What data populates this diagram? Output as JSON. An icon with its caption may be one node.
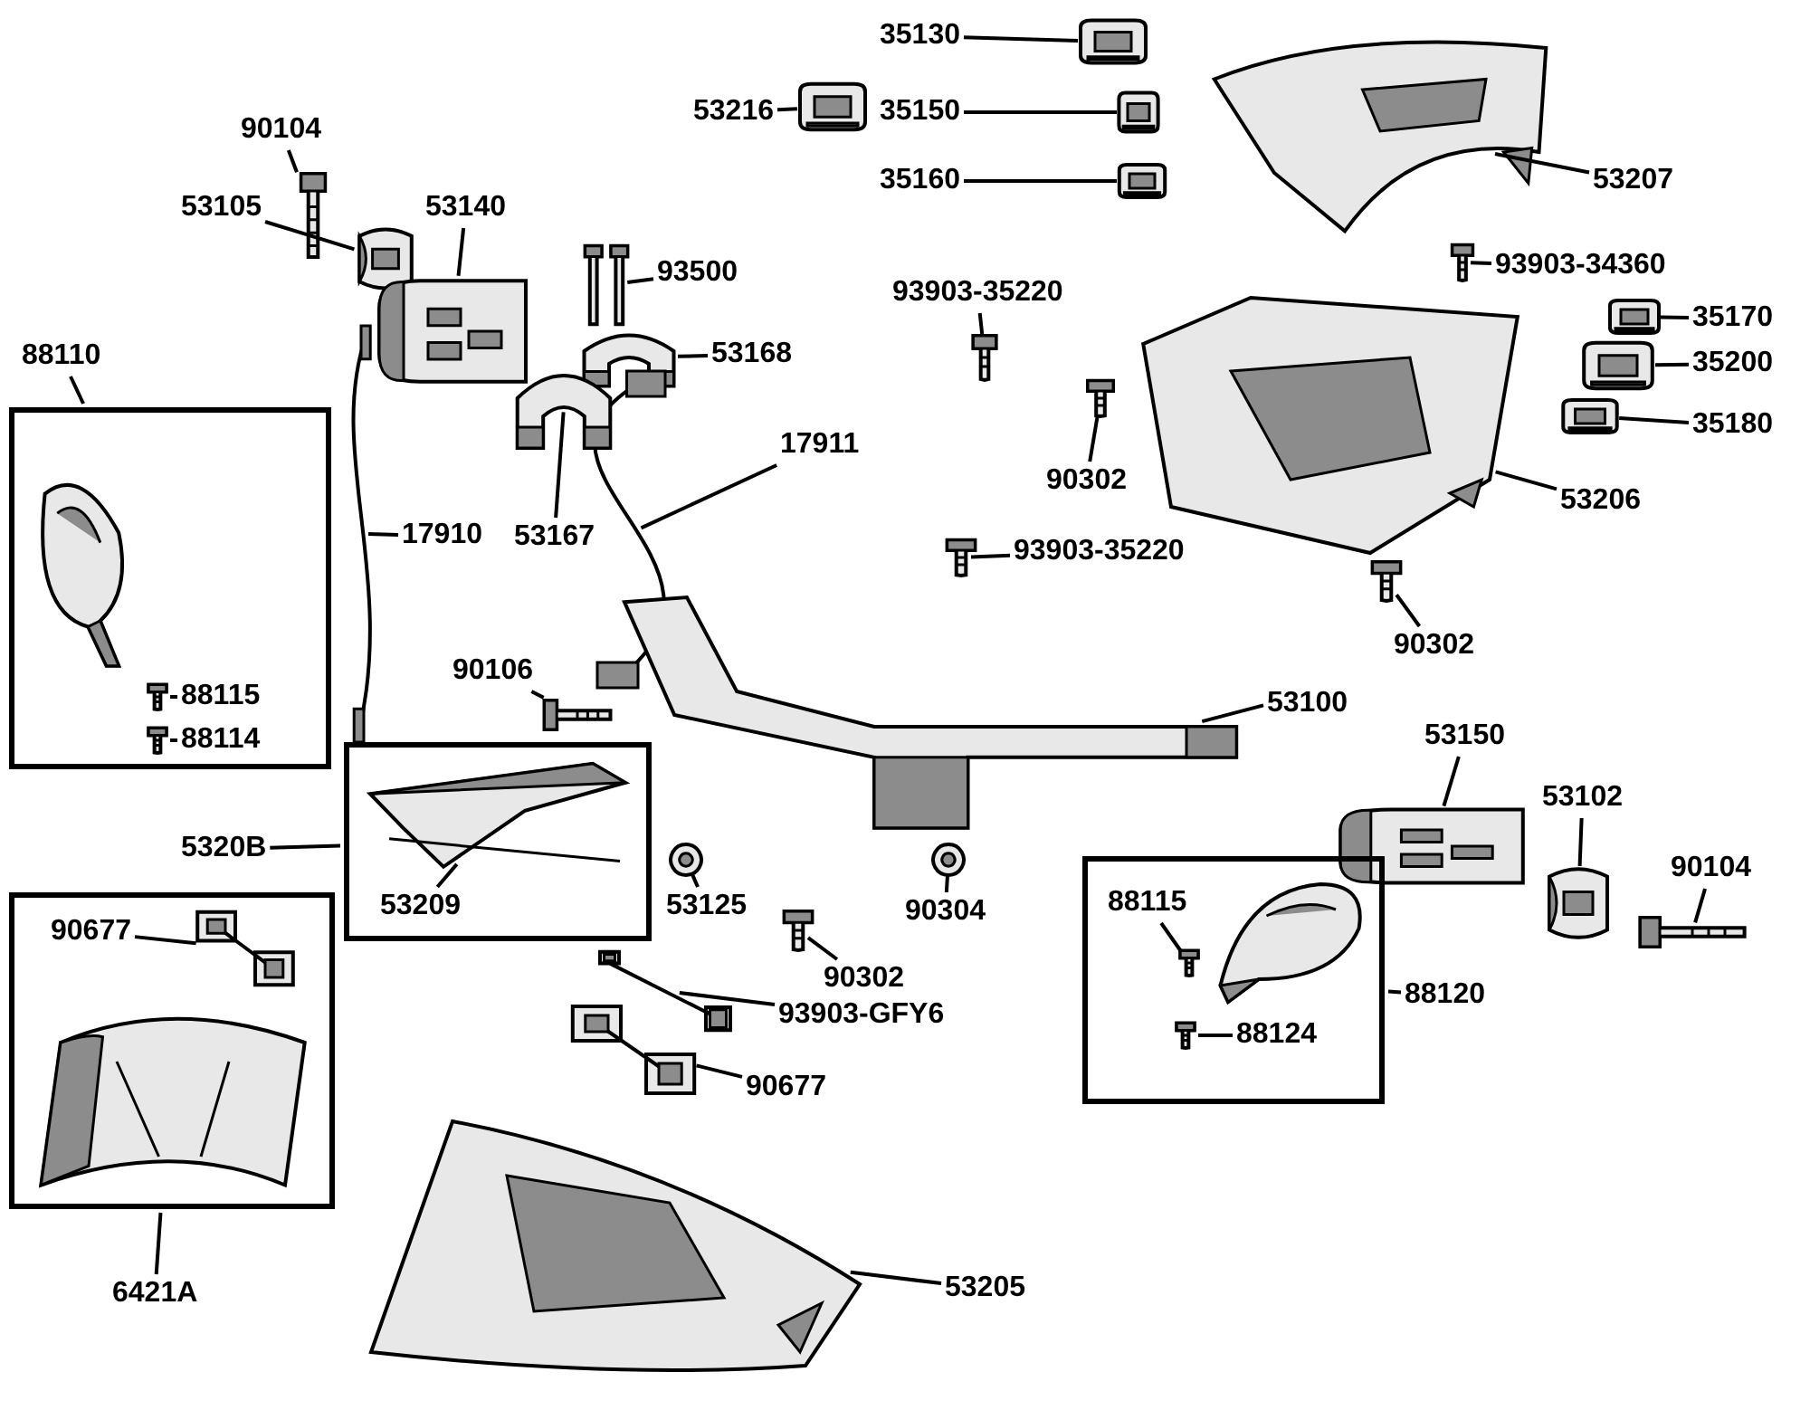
{
  "diagram": {
    "nodes": [
      {
        "text": [
          "35130"
        ]
      },
      {
        "text": [],
        "shape": "picture"
      },
      {
        "text": [
          "53216"
        ]
      },
      {
        "text": [],
        "shape": "picture"
      },
      {
        "text": [
          "35150"
        ]
      },
      {
        "text": [],
        "shape": "picture"
      },
      {
        "text": [
          "90104"
        ]
      },
      {
        "text": [],
        "shape": "picture"
      },
      {
        "text": [
          "35160"
        ]
      },
      {
        "text": [],
        "shape": "picture"
      },
      {
        "text": [
          "53207"
        ]
      },
      {
        "text": [],
        "shape": "picture"
      },
      {
        "text": [
          "53105"
        ]
      },
      {
        "text": [],
        "shape": "picture"
      },
      {
        "text": [
          "53140"
        ]
      },
      {
        "text": [],
        "shape": "picture"
      },
      {
        "text": [
          "93500"
        ]
      },
      {
        "text": [],
        "shape": "picture"
      },
      {
        "text": [
          "93903-34360"
        ]
      },
      {
        "text": [],
        "shape": "picture"
      },
      {
        "text": [
          "93903-35220"
        ]
      },
      {
        "text": [],
        "shape": "picture"
      },
      {
        "text": [
          "35170"
        ]
      },
      {
        "text": [],
        "shape": "picture"
      },
      {
        "text": [
          "53168"
        ]
      },
      {
        "text": [],
        "shape": "picture"
      },
      {
        "text": [
          "88110"
        ]
      },
      {
        "text": [],
        "shape": "box"
      },
      {
        "text": [],
        "shape": "picture",
        "in": 27
      },
      {
        "text": [
          "88115"
        ],
        "in": 27
      },
      {
        "text": [],
        "shape": "picture",
        "in": 27
      },
      {
        "text": [
          "88114"
        ],
        "in": 27
      },
      {
        "text": [],
        "shape": "picture",
        "in": 27
      },
      {
        "text": [
          "35200"
        ]
      },
      {
        "text": [],
        "shape": "picture"
      },
      {
        "text": [
          "17911"
        ]
      },
      {
        "text": [],
        "shape": "picture"
      },
      {
        "text": [
          "35180"
        ]
      },
      {
        "text": [],
        "shape": "picture"
      },
      {
        "text": [
          "53206"
        ]
      },
      {
        "text": [],
        "shape": "picture"
      },
      {
        "text": [
          "17910"
        ]
      },
      {
        "text": [],
        "shape": "picture"
      },
      {
        "text": [
          "90302"
        ]
      },
      {
        "text": [],
        "shape": "picture"
      },
      {
        "text": [
          "53167"
        ]
      },
      {
        "text": [],
        "shape": "picture"
      },
      {
        "text": [
          "93903-35220"
        ]
      },
      {
        "text": [],
        "shape": "picture"
      },
      {
        "text": [
          "90302"
        ]
      },
      {
        "text": [],
        "shape": "picture"
      },
      {
        "text": [
          "53100"
        ]
      },
      {
        "text": [],
        "shape": "picture"
      },
      {
        "text": [
          "90106"
        ]
      },
      {
        "text": [],
        "shape": "picture"
      },
      {
        "text": [
          "53150"
        ]
      },
      {
        "text": [],
        "shape": "picture"
      },
      {
        "text": [
          "53102"
        ]
      },
      {
        "text": [],
        "shape": "picture"
      },
      {
        "text": [
          "5320B"
        ]
      },
      {
        "text": [],
        "shape": "box"
      },
      {
        "text": [],
        "shape": "picture",
        "in": 60
      },
      {
        "text": [
          "53209"
        ],
        "in": 60
      },
      {
        "text": [
          "53125"
        ]
      },
      {
        "text": [],
        "shape": "picture"
      },
      {
        "text": [
          "90304"
        ]
      },
      {
        "text": [],
        "shape": "picture"
      },
      {
        "text": [
          "90104"
        ]
      },
      {
        "text": [],
        "shape": "picture"
      },
      {
        "text": [],
        "shape": "box"
      },
      {
        "text": [
          "90677"
        ],
        "in": 69
      },
      {
        "text": [],
        "shape": "picture",
        "in": 69
      },
      {
        "text": [],
        "shape": "picture",
        "in": 69
      },
      {
        "text": [
          "90302"
        ]
      },
      {
        "text": [],
        "shape": "picture"
      },
      {
        "text": [
          "93903-GFY6"
        ]
      },
      {
        "text": [],
        "shape": "picture"
      },
      {
        "text": [
          "88120"
        ]
      },
      {
        "text": [],
        "shape": "box"
      },
      {
        "text": [
          "88115"
        ],
        "in": 78
      },
      {
        "text": [],
        "shape": "picture",
        "in": 78
      },
      {
        "text": [],
        "shape": "picture",
        "in": 78
      },
      {
        "text": [
          "88124"
        ],
        "in": 78
      },
      {
        "text": [],
        "shape": "picture",
        "in": 78
      },
      {
        "text": [
          "90677"
        ]
      },
      {
        "text": [],
        "shape": "picture"
      },
      {
        "text": [
          "6421A"
        ]
      },
      {
        "text": [
          "53205"
        ]
      },
      {
        "text": [],
        "shape": "picture"
      }
    ],
    "edges": [
      {
        "from": 0,
        "to": 1,
        "arrow": "none"
      },
      {
        "from": 2,
        "to": 3,
        "arrow": "none"
      },
      {
        "from": 4,
        "to": 5,
        "arrow": "none"
      },
      {
        "from": 6,
        "to": 7,
        "arrow": "none"
      },
      {
        "from": 8,
        "to": 9,
        "arrow": "none"
      },
      {
        "from": 10,
        "to": 11,
        "arrow": "none"
      },
      {
        "from": 12,
        "to": 13,
        "arrow": "none"
      },
      {
        "from": 14,
        "to": 15,
        "arrow": "none"
      },
      {
        "from": 16,
        "to": 17,
        "arrow": "none"
      },
      {
        "from": 18,
        "to": 19,
        "arrow": "none"
      },
      {
        "from": 20,
        "to": 21,
        "arrow": "none"
      },
      {
        "from": 22,
        "to": 23,
        "arrow": "none"
      },
      {
        "from": 24,
        "to": 25,
        "arrow": "none"
      },
      {
        "from": 26,
        "to": 27,
        "arrow": "none"
      },
      {
        "from": 29,
        "to": 30,
        "arrow": "none"
      },
      {
        "from": 31,
        "to": 32,
        "arrow": "none"
      },
      {
        "from": 33,
        "to": 34,
        "arrow": "none"
      },
      {
        "from": 35,
        "to": 36,
        "arrow": "none"
      },
      {
        "from": 37,
        "to": 38,
        "arrow": "none"
      },
      {
        "from": 39,
        "to": 40,
        "arrow": "none"
      },
      {
        "from": 41,
        "to": 42,
        "arrow": "none"
      },
      {
        "from": 43,
        "to": 44,
        "arrow": "none"
      },
      {
        "from": 45,
        "to": 46,
        "arrow": "none"
      },
      {
        "from": 47,
        "to": 48,
        "arrow": "none"
      },
      {
        "from": 49,
        "to": 50,
        "arrow": "none"
      },
      {
        "from": 51,
        "to": 52,
        "arrow": "none"
      },
      {
        "from": 53,
        "to": 54,
        "arrow": "none"
      },
      {
        "from": 55,
        "to": 56,
        "arrow": "none"
      },
      {
        "from": 57,
        "to": 58,
        "arrow": "none"
      },
      {
        "from": 59,
        "to": 60,
        "arrow": "none"
      },
      {
        "from": 62,
        "to": 61,
        "arrow": "none"
      },
      {
        "from": 63,
        "to": 64,
        "arrow": "none"
      },
      {
        "from": 65,
        "to": 66,
        "arrow": "none"
      },
      {
        "from": 67,
        "to": 68,
        "arrow": "none"
      },
      {
        "from": 70,
        "to": 71,
        "arrow": "none"
      },
      {
        "from": 73,
        "to": 74,
        "arrow": "none"
      },
      {
        "from": 75,
        "to": 76,
        "arrow": "none"
      },
      {
        "from": 77,
        "to": 78,
        "arrow": "none"
      },
      {
        "from": 79,
        "to": 80,
        "arrow": "none"
      },
      {
        "from": 82,
        "to": 83,
        "arrow": "none"
      },
      {
        "from": 84,
        "to": 85,
        "arrow": "none"
      },
      {
        "from": 86,
        "to": 69,
        "arrow": "none"
      },
      {
        "from": 87,
        "to": 88,
        "arrow": "none"
      }
    ]
  }
}
